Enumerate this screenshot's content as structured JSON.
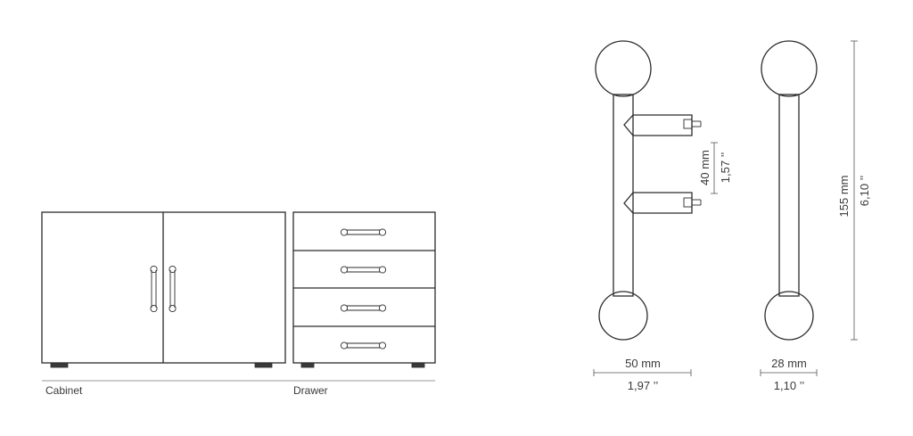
{
  "labels": {
    "cabinet": "Cabinet",
    "drawer": "Drawer"
  },
  "dimensions": {
    "width_front_mm": "50 mm",
    "width_front_in": "1,97 ’’",
    "width_side_mm": "28 mm",
    "width_side_in": "1,10 ’’",
    "spacing_mm": "40 mm",
    "spacing_in": "1,57 ’’",
    "height_mm": "155 mm",
    "height_in": "6,10 ’’"
  },
  "colors": {
    "line": "#2b2b2b",
    "text": "#3a3a3a",
    "background": "#ffffff"
  }
}
